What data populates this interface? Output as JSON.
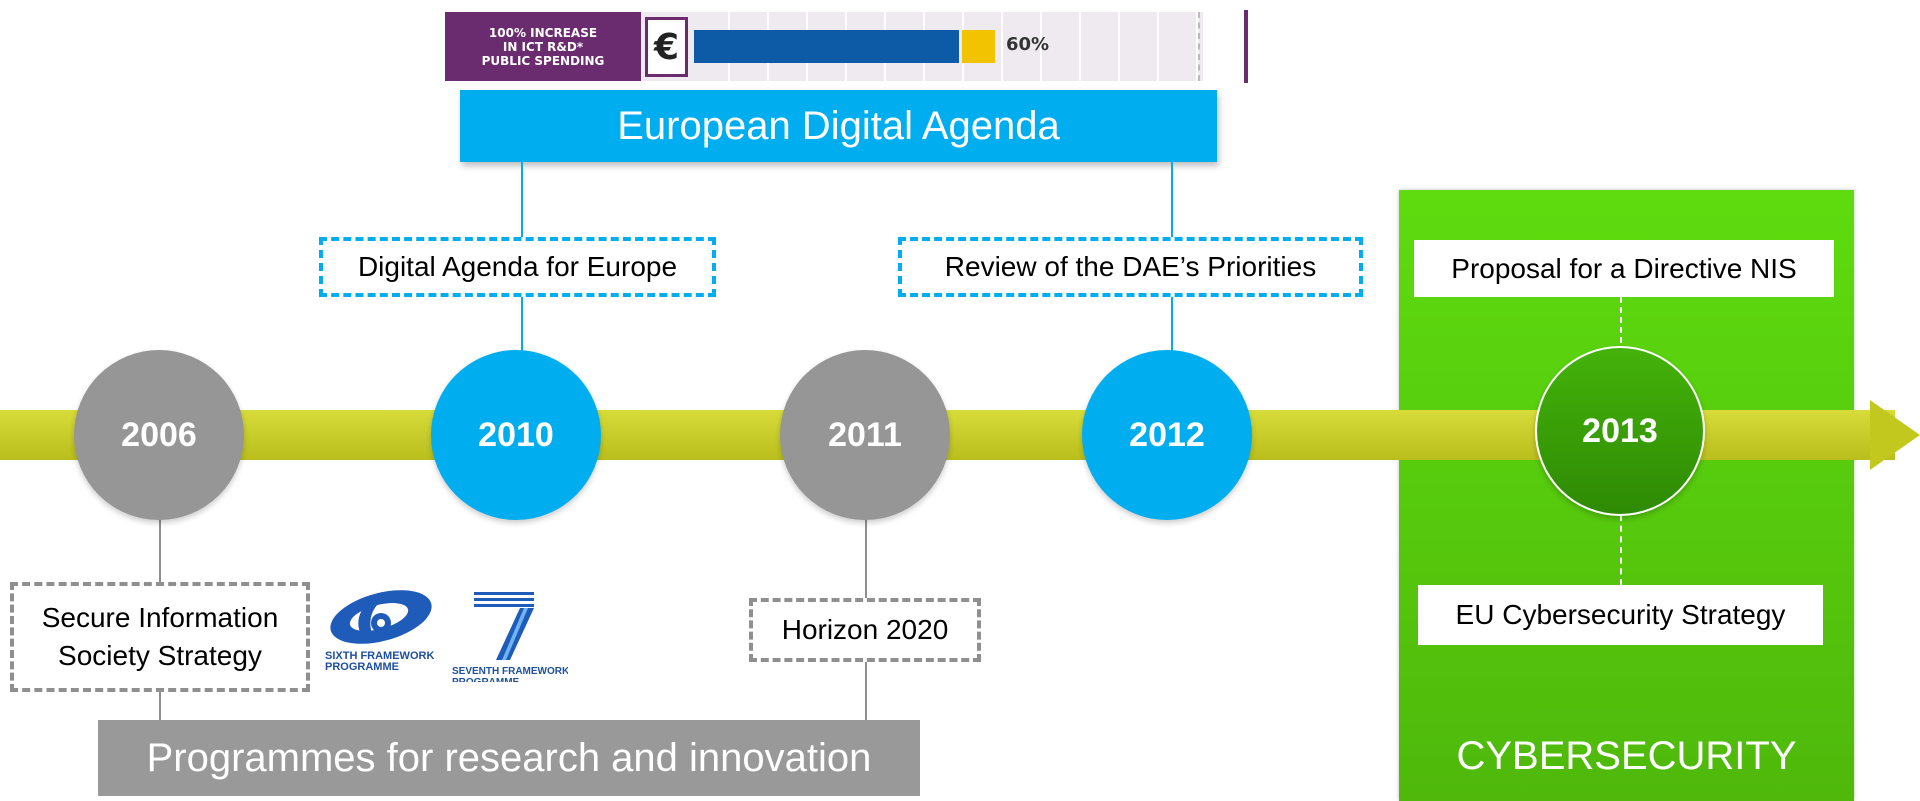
{
  "banner": {
    "label": "100% INCREASE\nIN ICT R&D*\nPUBLIC SPENDING",
    "euro_symbol": "€",
    "percent": "60%",
    "fill_fraction": 0.6
  },
  "agenda_title": "European Digital Agenda",
  "timeline": {
    "years": [
      {
        "year": "2006",
        "color": "gray"
      },
      {
        "year": "2010",
        "color": "blue"
      },
      {
        "year": "2011",
        "color": "gray"
      },
      {
        "year": "2012",
        "color": "blue"
      },
      {
        "year": "2013",
        "color": "green"
      }
    ]
  },
  "boxes": {
    "digital_agenda": "Digital Agenda for Europe",
    "review": "Review of the DAE’s Priorities",
    "proposal": "Proposal for a Directive NIS",
    "secure": "Secure Information\nSociety Strategy",
    "horizon": "Horizon 2020",
    "eu_strategy": "EU Cybersecurity Strategy"
  },
  "programmes_title": "Programmes for research and innovation",
  "cyber_title": "CYBERSECURITY",
  "logos": {
    "fp6": "SIXTH FRAMEWORK\nPROGRAMME",
    "fp7": "SEVENTH FRAMEWORK\nPROGRAMME"
  },
  "colors": {
    "blue": "#00aeef",
    "gray": "#969696",
    "green": "#4fb80b",
    "purple": "#6a2c6e",
    "arrow": "#c3c81f"
  }
}
